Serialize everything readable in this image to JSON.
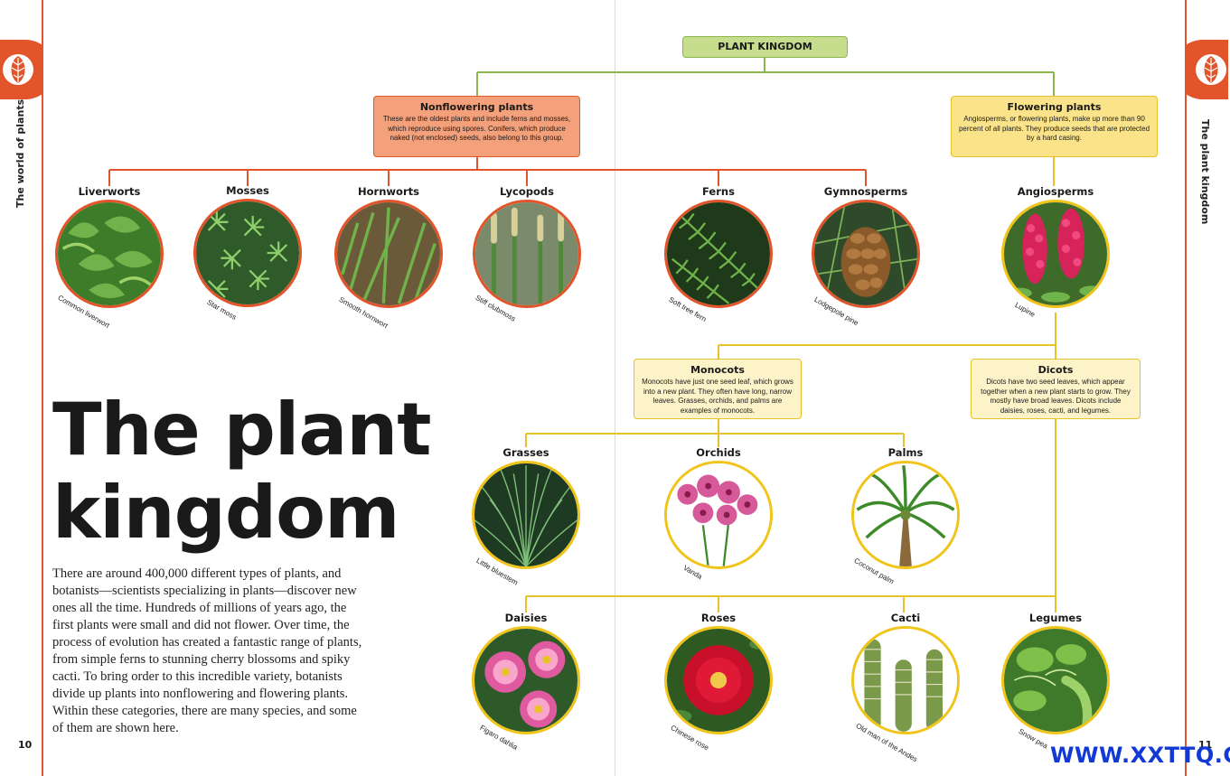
{
  "left_page": {
    "side_title": "The world of plants",
    "page_number": "10",
    "title_line1": "The plant",
    "title_line2": "kingdom",
    "intro": "There are around 400,000 different types of plants, and botanists—scientists specializing in plants—discover new ones all the time. Hundreds of millions of years ago, the first plants were small and did not flower. Over time, the process of evolution has created a fantastic range of plants, from simple ferns to stunning cherry blossoms and spiky cacti. To bring order to this incredible variety, botanists divide up plants into nonflowering and flowering plants. Within these categories, there are many species, and some of them are shown here."
  },
  "right_page": {
    "side_title": "The plant kingdom",
    "page_number": "11"
  },
  "watermark": "WWW.XXTTQ.COM",
  "tree": {
    "root": "PLANT KINGDOM",
    "nonflowering": {
      "title": "Nonflowering plants",
      "desc": "These are the oldest plants and include ferns and mosses, which reproduce using spores. Conifers, which produce naked (not enclosed) seeds, also belong to this group."
    },
    "flowering": {
      "title": "Flowering plants",
      "desc": "Angiosperms, or flowering plants, make up more than 90 percent of all plants. They produce seeds that are protected by a hard casing."
    },
    "monocots": {
      "title": "Monocots",
      "desc": "Monocots have just one seed leaf, which grows into a new plant. They often have long, narrow leaves. Grasses, orchids, and palms are examples of monocots."
    },
    "dicots": {
      "title": "Dicots",
      "desc": "Dicots have two seed leaves, which appear together when a new plant starts to grow. They mostly have broad leaves. Dicots include daisies, roses, cacti, and legumes."
    }
  },
  "plants": {
    "liverworts": {
      "title": "Liverworts",
      "caption": "Common liverwort"
    },
    "mosses": {
      "title": "Mosses",
      "caption": "Star moss"
    },
    "hornworts": {
      "title": "Hornworts",
      "caption": "Smooth hornwort"
    },
    "lycopods": {
      "title": "Lycopods",
      "caption": "Stiff clubmoss"
    },
    "ferns": {
      "title": "Ferns",
      "caption": "Soft tree fern"
    },
    "gymnosperms": {
      "title": "Gymnosperms",
      "caption": "Lodgepole pine"
    },
    "angiosperms": {
      "title": "Angiosperms",
      "caption": "Lupine"
    },
    "grasses": {
      "title": "Grasses",
      "caption": "Little bluestem"
    },
    "orchids": {
      "title": "Orchids",
      "caption": "Vanda"
    },
    "palms": {
      "title": "Palms",
      "caption": "Coconut palm"
    },
    "daisies": {
      "title": "Daisies",
      "caption": "Figaro dahlia"
    },
    "roses": {
      "title": "Roses",
      "caption": "Chinese rose"
    },
    "cacti": {
      "title": "Cacti",
      "caption": "Old man of the Andes"
    },
    "legumes": {
      "title": "Legumes",
      "caption": "Snow pea"
    }
  },
  "colors": {
    "accent_orange": "#e2542a",
    "accent_green": "#8ab64a",
    "accent_yellow": "#f0c419",
    "watermark_blue": "#1238d6"
  }
}
